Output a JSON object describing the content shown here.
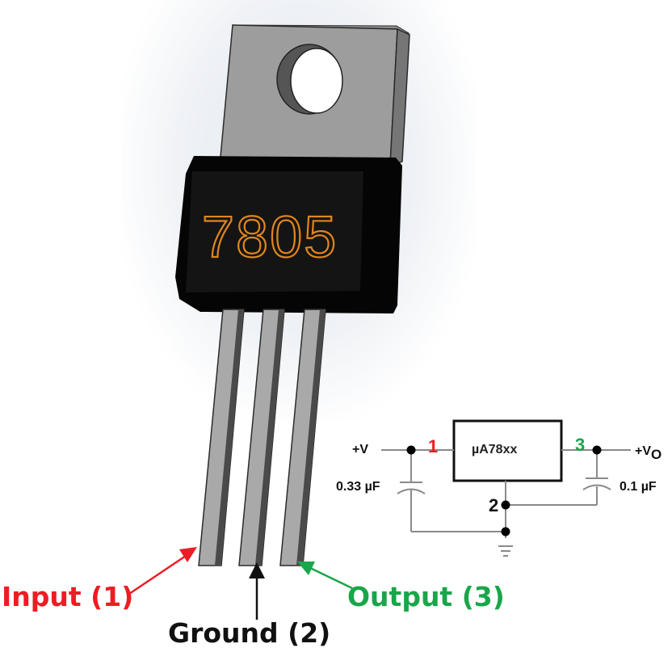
{
  "component": {
    "part_number": "7805",
    "package": "TO-220",
    "colors": {
      "body": "#0a0a0a",
      "tab": "#9a9a9a",
      "marking": "#e0861c",
      "leads": "#a8a8a8"
    }
  },
  "pin_labels": [
    {
      "name": "Input",
      "number": "1",
      "text": "Input (1)",
      "color": "#ee1c24"
    },
    {
      "name": "Ground",
      "number": "2",
      "text": "Ground (2)",
      "color": "#111111"
    },
    {
      "name": "Output",
      "number": "3",
      "text": "Output (3)",
      "color": "#1aa64a"
    }
  ],
  "schematic": {
    "ic_label": "µA78xx",
    "input_label": "+V",
    "output_label": "+V",
    "output_subscript": "O",
    "input_cap": "0.33 µF",
    "output_cap": "0.1 µF",
    "pin1": "1",
    "pin2": "2",
    "pin3": "3",
    "pin1_color": "#ee1c24",
    "pin3_color": "#1aa64a"
  }
}
